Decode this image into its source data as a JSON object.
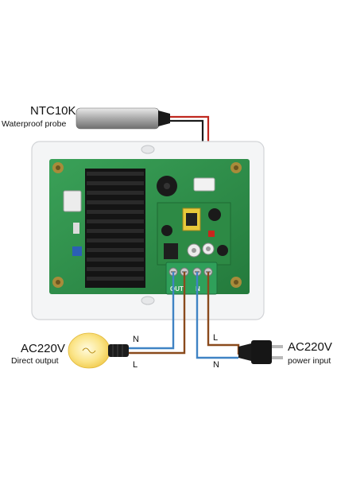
{
  "probe": {
    "model": "NTC10K",
    "description": "Waterproof probe"
  },
  "output_side": {
    "voltage": "AC220V",
    "description": "Direct output",
    "wire_top": "N",
    "wire_bottom": "L"
  },
  "input_side": {
    "voltage": "AC220V",
    "description": "power input",
    "wire_top": "L",
    "wire_bottom": "N"
  },
  "terminals": {
    "out_label": "OUT",
    "n_label": "N"
  },
  "colors": {
    "pcb": "#2e8f4a",
    "heatsink": "#141414",
    "terminal_block": "#2fa05a",
    "wire_red": "#c0281f",
    "wire_black": "#1b1b1b",
    "wire_blue": "#3f83c4",
    "wire_brown": "#8a4a1c",
    "bulb_glow": "#fbe58a"
  }
}
